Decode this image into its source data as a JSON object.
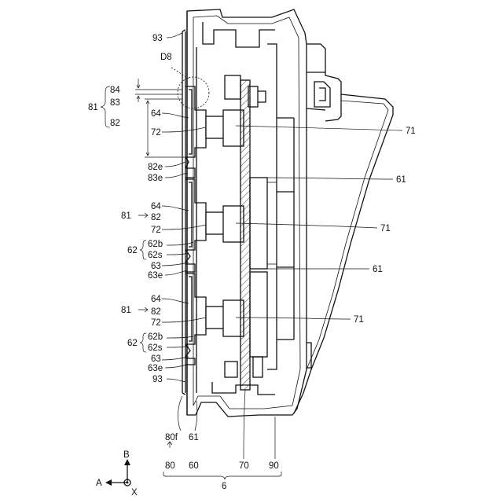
{
  "labels": {
    "l93_top": "93",
    "d8": "D8",
    "l84": "84",
    "l81_a": "81",
    "l83": "83",
    "l82_a": "82",
    "l64_a": "64",
    "l72_a": "72",
    "l82e": "82e",
    "l83e": "83e",
    "l64_b": "64",
    "l81_b": "81",
    "l82_b": "82",
    "l72_b": "72",
    "l62_a": "62",
    "l62b_a": "62b",
    "l62s_a": "62s",
    "l63_a": "63",
    "l63e_a": "63e",
    "l64_c": "64",
    "l81_c": "81",
    "l82_c": "82",
    "l72_c": "72",
    "l62_b": "62",
    "l62b_b": "62b",
    "l62s_b": "62s",
    "l63_b": "63",
    "l63e_b": "63e",
    "l93_bot": "93",
    "l71_a": "71",
    "l61_a": "61",
    "l71_b": "71",
    "l61_b": "61",
    "l71_c": "71",
    "l80f": "80f",
    "l61_c": "61",
    "l80": "80",
    "l60": "60",
    "l70": "70",
    "l90": "90",
    "l6": "6",
    "axis_b": "B",
    "axis_a": "A",
    "axis_x": "X"
  }
}
